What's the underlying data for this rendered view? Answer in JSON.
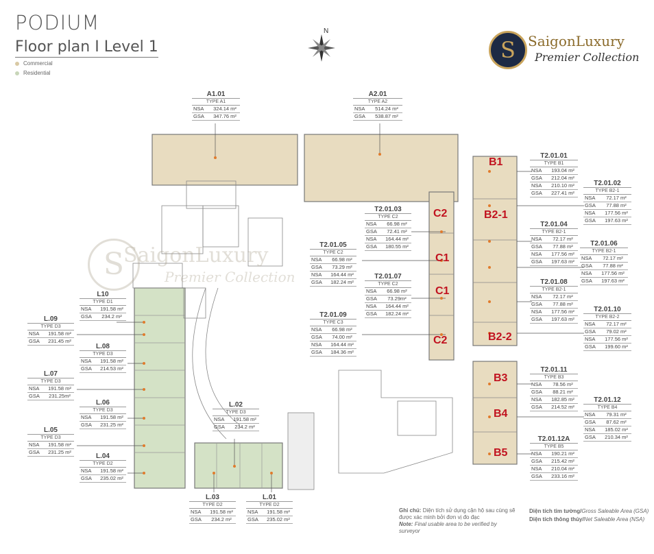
{
  "header": {
    "title": "PODIUM",
    "subtitle": "Floor plan I  Level 1",
    "legend": [
      {
        "label": "Commercial",
        "color": "#d9c9a4"
      },
      {
        "label": "Residential",
        "color": "#c8d6b9"
      }
    ]
  },
  "logo": {
    "mark": "S",
    "name": "SaigonLuxury",
    "tagline": "Premier Collection"
  },
  "watermark": {
    "mark": "S",
    "name": "SaigonLuxury",
    "tagline": "Premier Collection"
  },
  "north_label": "N",
  "colors": {
    "commercial": "#e8dcc0",
    "residential": "#d4e2c6",
    "unit_label": "#c1121f",
    "wall": "#777777"
  },
  "unit_labels": [
    "B1",
    "B2-1",
    "C2",
    "C1",
    "C1",
    "C2",
    "B2-2",
    "B3",
    "B4",
    "B5"
  ],
  "tags": [
    {
      "code": "A1.01",
      "type": "TYPE A1",
      "rows": [
        [
          "NSA",
          "324.14 m²"
        ],
        [
          "GSA",
          "347.76 m²"
        ]
      ]
    },
    {
      "code": "A2.01",
      "type": "TYPE A2",
      "rows": [
        [
          "NSA",
          "514.24 m²"
        ],
        [
          "GSA",
          "538.87 m²"
        ]
      ]
    },
    {
      "code": "T2.01.01",
      "type": "TYPE B1",
      "rows": [
        [
          "NSA",
          "193.04 m²"
        ],
        [
          "GSA",
          "212.04 m²"
        ],
        [
          "NSA",
          "210.10 m²"
        ],
        [
          "GSA",
          "227.41 m²"
        ]
      ]
    },
    {
      "code": "T2.01.02",
      "type": "TYPE B2-1",
      "rows": [
        [
          "NSA",
          "72.17 m²"
        ],
        [
          "GSA",
          "77.88 m²"
        ],
        [
          "NSA",
          "177.56 m²"
        ],
        [
          "GSA",
          "197.63 m²"
        ]
      ]
    },
    {
      "code": "T2.01.03",
      "type": "TYPE C2",
      "rows": [
        [
          "NSA",
          "66.98 m²"
        ],
        [
          "GSA",
          "72.41 m²"
        ],
        [
          "NSA",
          "164.44 m²"
        ],
        [
          "GSA",
          "180.55 m²"
        ]
      ]
    },
    {
      "code": "T2.01.04",
      "type": "TYPE B2-1",
      "rows": [
        [
          "NSA",
          "72.17 m²"
        ],
        [
          "GSA",
          "77.88 m²"
        ],
        [
          "NSA",
          "177.56 m²"
        ],
        [
          "GSA",
          "197.63 m²"
        ]
      ]
    },
    {
      "code": "T2.01.05",
      "type": "TYPE C2",
      "rows": [
        [
          "NSA",
          "66.98 m²"
        ],
        [
          "GSA",
          "73.29 m²"
        ],
        [
          "NSA",
          "164.44 m²"
        ],
        [
          "GSA",
          "182.24 m²"
        ]
      ]
    },
    {
      "code": "T2.01.06",
      "type": "TYPE B2-1",
      "rows": [
        [
          "NSA",
          "72.17 m²"
        ],
        [
          "GSA",
          "77.88 m²"
        ],
        [
          "NSA",
          "177.56 m²"
        ],
        [
          "GSA",
          "197.63 m²"
        ]
      ]
    },
    {
      "code": "T2.01.07",
      "type": "TYPE C2",
      "rows": [
        [
          "NSA",
          "66.98 m²"
        ],
        [
          "GSA",
          "73.29m²"
        ],
        [
          "NSA",
          "164.44 m²"
        ],
        [
          "GSA",
          "182.24 m²"
        ]
      ]
    },
    {
      "code": "T2.01.08",
      "type": "TYPE B2-1",
      "rows": [
        [
          "NSA",
          "72.17 m²"
        ],
        [
          "GSA",
          "77.88 m²"
        ],
        [
          "NSA",
          "177.56 m²"
        ],
        [
          "GSA",
          "197.63 m²"
        ]
      ]
    },
    {
      "code": "T2.01.09",
      "type": "TYPE C3",
      "rows": [
        [
          "NSA",
          "66.98 m²"
        ],
        [
          "GSA",
          "74.00 m²"
        ],
        [
          "NSA",
          "164.44 m²"
        ],
        [
          "GSA",
          "184.36 m²"
        ]
      ]
    },
    {
      "code": "T2.01.10",
      "type": "TYPE B2-2",
      "rows": [
        [
          "NSA",
          "72.17 m²"
        ],
        [
          "GSA",
          "79.02 m²"
        ],
        [
          "NSA",
          "177.56 m²"
        ],
        [
          "GSA",
          "199.60 m²"
        ]
      ]
    },
    {
      "code": "T2.01.11",
      "type": "TYPE B3",
      "rows": [
        [
          "NSA",
          "78.56 m²"
        ],
        [
          "GSA",
          "88.21 m²"
        ],
        [
          "NSA",
          "182.85 m²"
        ],
        [
          "GSA",
          "214.52 m²"
        ]
      ]
    },
    {
      "code": "T2.01.12",
      "type": "TYPE B4",
      "rows": [
        [
          "NSA",
          "79.31 m²"
        ],
        [
          "GSA",
          "87.62 m²"
        ],
        [
          "NSA",
          "185.02 m²"
        ],
        [
          "GSA",
          "210.34 m²"
        ]
      ]
    },
    {
      "code": "T2.01.12A",
      "type": "TYPE B5",
      "rows": [
        [
          "NSA",
          "190.21 m²"
        ],
        [
          "GSA",
          "215.42 m²"
        ],
        [
          "NSA",
          "210.04 m²"
        ],
        [
          "GSA",
          "233.16 m²"
        ]
      ]
    },
    {
      "code": "L10",
      "type": "TYPE D1",
      "rows": [
        [
          "NSA",
          "191.58 m²"
        ],
        [
          "GSA",
          "234.2 m²"
        ]
      ]
    },
    {
      "code": "L.09",
      "type": "TYPE D3",
      "rows": [
        [
          "NSA",
          "191.58 m²"
        ],
        [
          "GSA",
          "231.45 m²"
        ]
      ]
    },
    {
      "code": "L.08",
      "type": "TYPE D3",
      "rows": [
        [
          "NSA",
          "191.58 m²"
        ],
        [
          "GSA",
          "214.53 m²"
        ]
      ]
    },
    {
      "code": "L.07",
      "type": "TYPE D3",
      "rows": [
        [
          "NSA",
          "191.58 m²"
        ],
        [
          "GSA",
          "231.25m²"
        ]
      ]
    },
    {
      "code": "L.06",
      "type": "TYPE D3",
      "rows": [
        [
          "NSA",
          "191.58 m²"
        ],
        [
          "GSA",
          "231.25 m²"
        ]
      ]
    },
    {
      "code": "L.05",
      "type": "TYPE D3",
      "rows": [
        [
          "NSA",
          "191.58 m²"
        ],
        [
          "GSA",
          "231.25 m²"
        ]
      ]
    },
    {
      "code": "L.04",
      "type": "TYPE D2",
      "rows": [
        [
          "NSA",
          "191.58 m²"
        ],
        [
          "GSA",
          "235.02 m²"
        ]
      ]
    },
    {
      "code": "L.02",
      "type": "TYPE D3",
      "rows": [
        [
          "NSA",
          "191.58 m²"
        ],
        [
          "GSA",
          "234.2 m²"
        ]
      ]
    },
    {
      "code": "L.03",
      "type": "TYPE D2",
      "rows": [
        [
          "NSA",
          "191.58 m²"
        ],
        [
          "GSA",
          "234.2 m²"
        ]
      ]
    },
    {
      "code": "L.01",
      "type": "TYPE D2",
      "rows": [
        [
          "NSA",
          "191.58 m²"
        ],
        [
          "GSA",
          "235.02 m²"
        ]
      ]
    }
  ],
  "notes": {
    "left_label": "Ghi chú:",
    "left_text": "Diện tích sử dụng cận hộ sau cùng sẽ được xác minh bởi đơn vị đo đạc",
    "left_note_label": "Note:",
    "left_note": "Final usable area to be verified by surveyor",
    "right_line1_vn": "Diện tích tim tường/",
    "right_line1_en": "Gross Saleable Area (GSA)",
    "right_line2_vn": "Diện tích thông thủy/",
    "right_line2_en": "Net Saleable Area (NSA)"
  }
}
